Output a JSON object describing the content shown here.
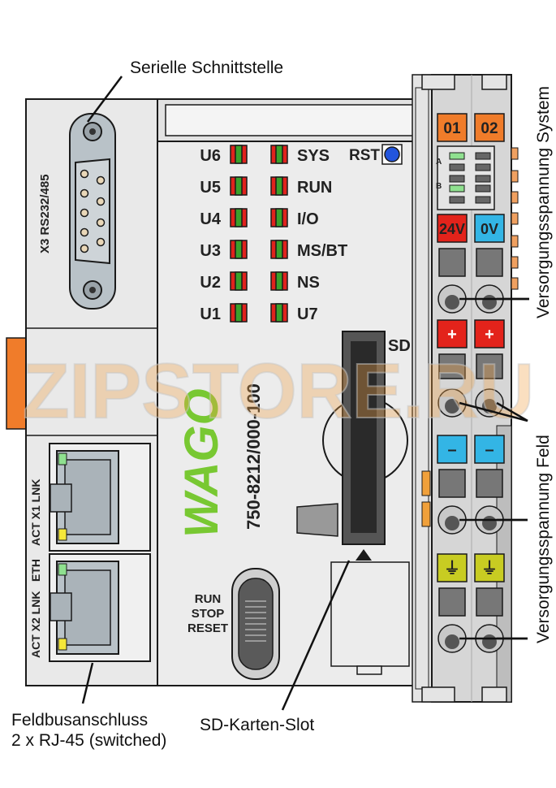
{
  "callouts": {
    "serial_interface": "Serielle Schnittstelle",
    "fieldbus_line1": "Feldbusanschluss",
    "fieldbus_line2": "2 x RJ-45 (switched)",
    "sd_slot": "SD-Karten-Slot",
    "supply_system": "Versorgungsspannung System",
    "supply_field": "Versorgungsspannung Feld"
  },
  "interfaces": {
    "serial_port": "X3 RS232/485",
    "port_x1": "ACT  X1  LNK",
    "port_x2": "ACT  X2  LNK",
    "eth": "ETH"
  },
  "leds": {
    "left": [
      "U6",
      "U5",
      "U4",
      "U3",
      "U2",
      "U1"
    ],
    "right": [
      "SYS",
      "RUN",
      "I/O",
      "MS/BT",
      "NS",
      "U7"
    ],
    "rst": "RST"
  },
  "device": {
    "brand": "WAGO",
    "model": "750-8212/000-100",
    "sd_label": "SD",
    "mode_switch": [
      "RUN",
      "STOP",
      "RESET"
    ]
  },
  "terminals": {
    "top": [
      "01",
      "02"
    ],
    "abc": [
      "A",
      "B"
    ],
    "system_supply": [
      "24V",
      "0V"
    ],
    "field_plus": [
      "+",
      "+"
    ],
    "field_minus": [
      "–",
      "–"
    ],
    "ground_symbol": "⏚"
  },
  "watermark": "ZIPSTORE.RU",
  "colors": {
    "housing": "#e9e9e9",
    "outline": "#1a1a1a",
    "wago_green": "#78c832",
    "led_red": "#e0231d",
    "led_green": "#3aa12c",
    "orange": "#f07c2a",
    "red": "#e3231b",
    "blue": "#33b5e5",
    "yellow": "#c8cc22",
    "rst_blue": "#2255dd"
  }
}
